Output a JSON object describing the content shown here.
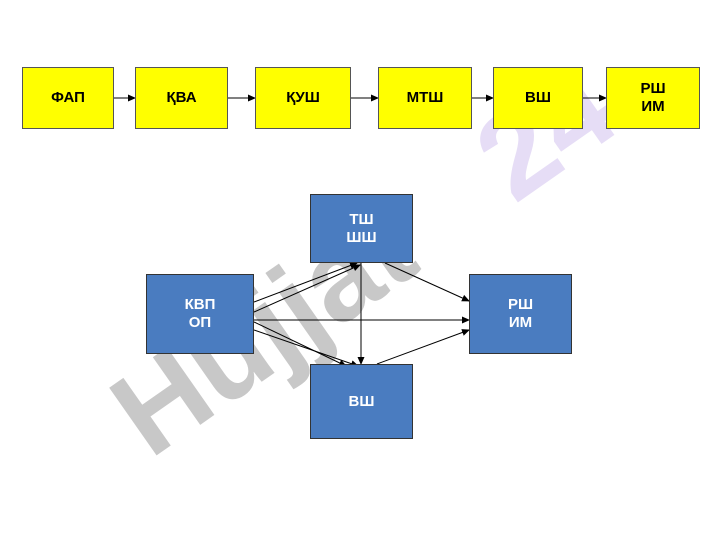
{
  "top_row": [
    {
      "label": "ФАП"
    },
    {
      "label": "ҚВА"
    },
    {
      "label": "ҚУШ"
    },
    {
      "label": "МТШ"
    },
    {
      "label": "ВШ"
    },
    {
      "label": [
        "РШ",
        "ИМ"
      ]
    }
  ],
  "bottom_diagram": {
    "kvp": {
      "label": [
        "КВП",
        "ОП"
      ]
    },
    "tsh": {
      "label": [
        "ТШ",
        "ШШ"
      ]
    },
    "rsh": {
      "label": [
        "РШ",
        "ИМ"
      ]
    },
    "vsh": {
      "label": "ВШ"
    }
  },
  "watermark": {
    "text": "Hujjat 24",
    "gray_part": "Hujjat",
    "lilac_part": "24",
    "gray_color": "#c8c8c8",
    "lilac_color": "#e6ddf6"
  },
  "colors": {
    "yellow_box": "#ffff00",
    "blue_box": "#4a7cc0",
    "arrow": "#000000"
  }
}
